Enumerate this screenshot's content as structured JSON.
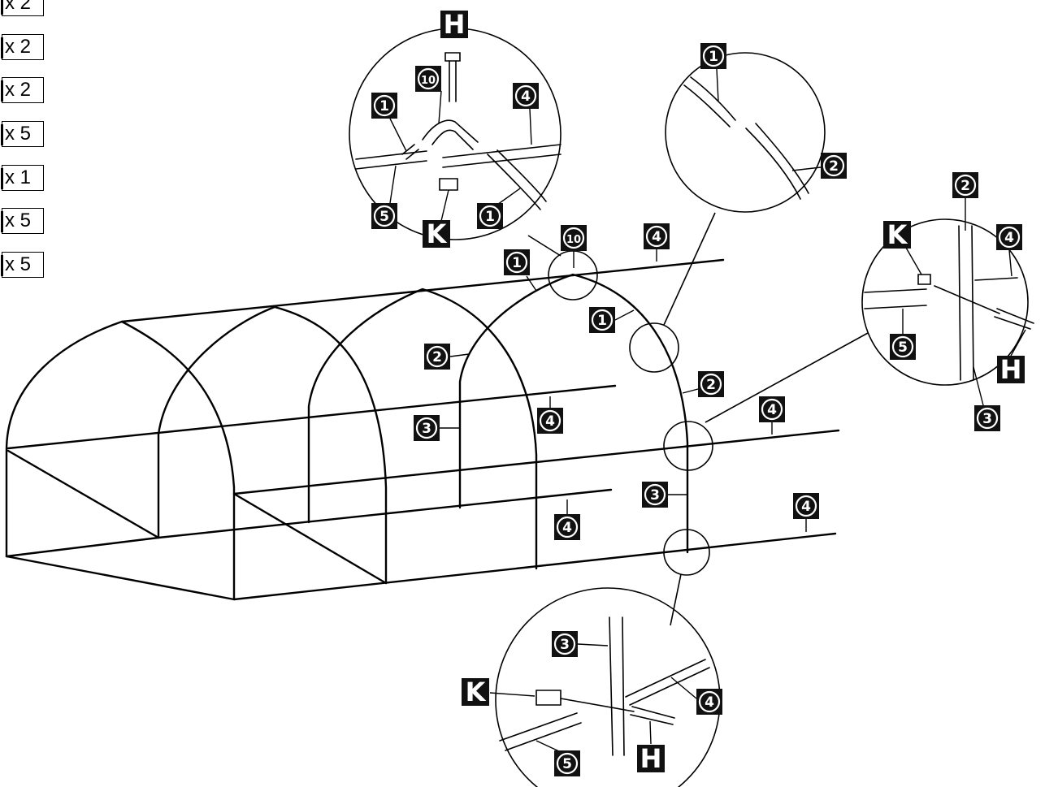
{
  "quantities": [
    "x 2",
    "x 2",
    "x 2",
    "x 5",
    "x 1",
    "x 5",
    "x 5"
  ],
  "part_numbers": {
    "p1": "1",
    "p2": "2",
    "p3": "3",
    "p4": "4",
    "p5": "5",
    "p10": "10"
  },
  "hardware_letters": {
    "bolt": "H",
    "nut": "K"
  },
  "colors": {
    "line": "#000000",
    "label_bg": "#111111",
    "label_text": "#ffffff"
  }
}
